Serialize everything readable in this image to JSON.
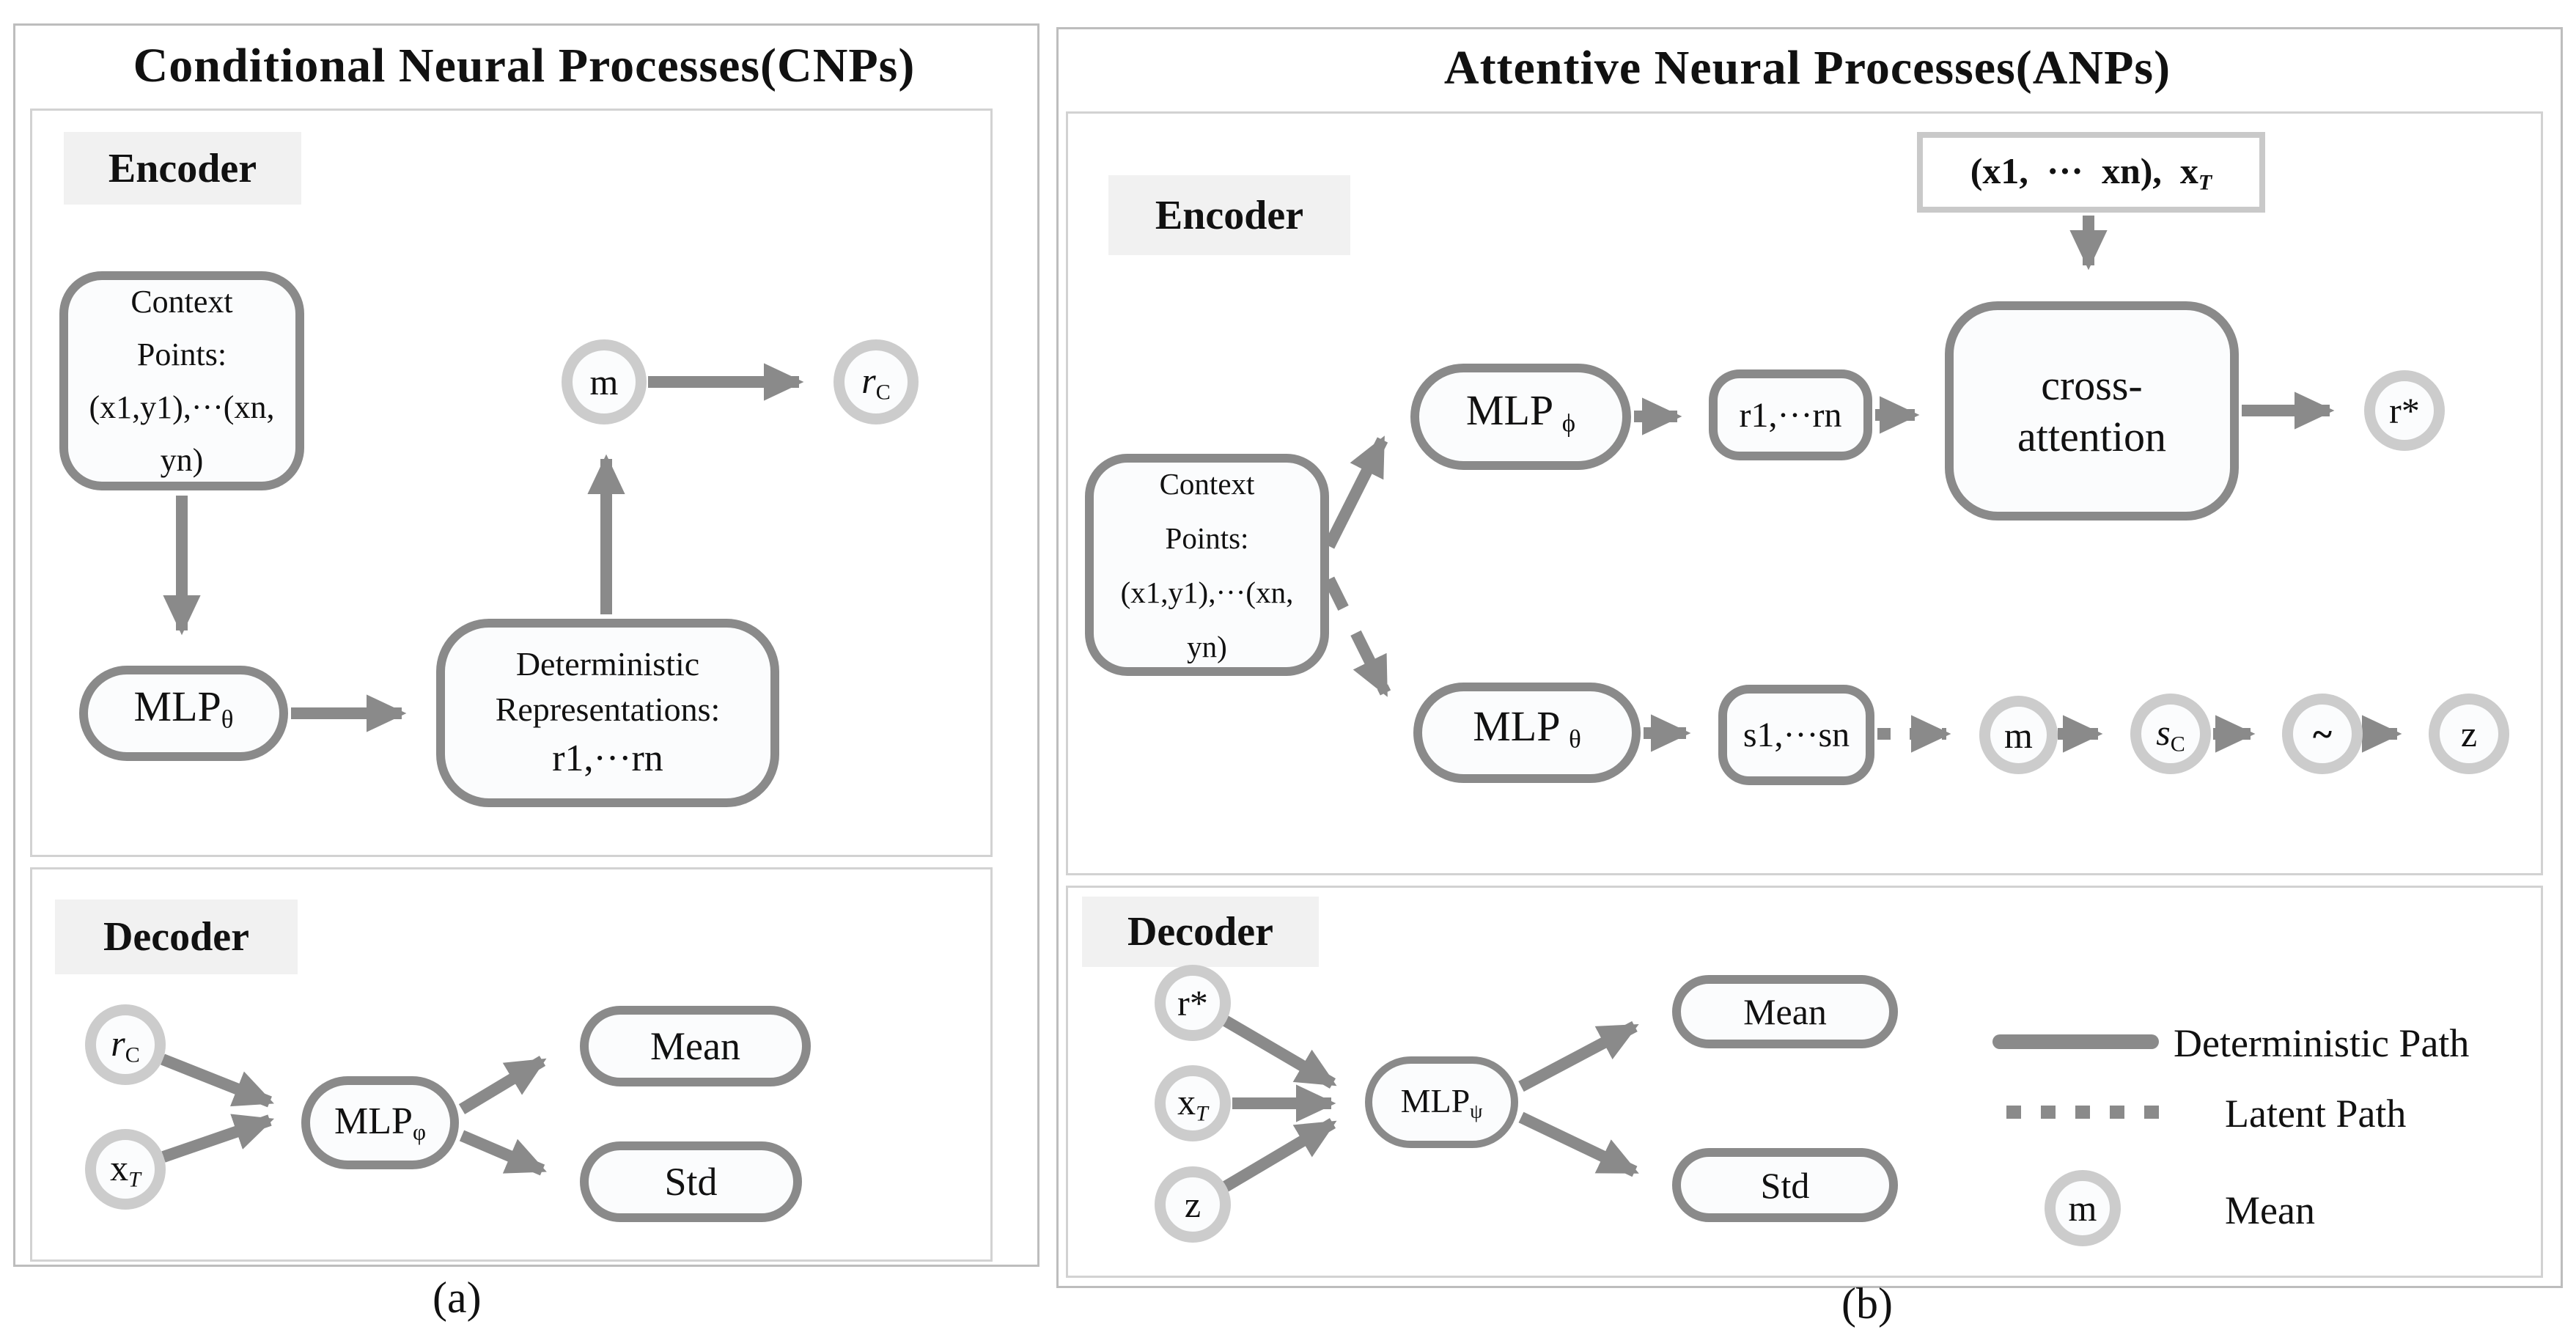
{
  "colors": {
    "arrow_gray": "#8a8a8a",
    "node_border_gray": "#8a8a8a",
    "ring_light_gray": "#cccccc",
    "panel_border_gray": "#bdbdbd",
    "label_background": "#f1f1f1",
    "text_color": "#111111"
  },
  "left_panel": {
    "title": "Conditional Neural Processes(CNPs)",
    "caption": "(a)",
    "encoder": {
      "label": "Encoder",
      "context_box": {
        "lines": [
          "Context",
          "Points:",
          "(x1,y1),···(xn,",
          "yn)"
        ]
      },
      "mlp": {
        "main": "MLP",
        "sub": "θ"
      },
      "deterministic_box": {
        "line1": "Deterministic",
        "line2": "Representations:",
        "value_line": "r1,···rn"
      },
      "m_node": "m",
      "rc_node": {
        "main": "r",
        "sub": "C"
      }
    },
    "decoder": {
      "label": "Decoder",
      "rc_node": {
        "main": "r",
        "sub": "C"
      },
      "xt_node": {
        "main": "x",
        "sub": "T"
      },
      "mlp": {
        "main": "MLP",
        "sub": "φ"
      },
      "mean_box": "Mean",
      "std_box": "Std"
    }
  },
  "right_panel": {
    "title": "Attentive Neural Processes(ANPs)",
    "caption": "(b)",
    "encoder": {
      "label": "Encoder",
      "input_box": {
        "main": "(x1,  ···  xn),  x",
        "sub": "T"
      },
      "context_box": {
        "lines": [
          "Context",
          "Points:",
          "(x1,y1),···(xn,",
          "yn)"
        ]
      },
      "mlp_phi": {
        "main": "MLP",
        "sub": "ϕ"
      },
      "r_box": "r1,···rn",
      "cross_attention": {
        "line1": "cross-",
        "line2": "attention"
      },
      "r_star": "r*",
      "mlp_theta": {
        "main": "MLP",
        "sub": "θ"
      },
      "s_box": "s1,···sn",
      "m_node": "m",
      "sc_node": {
        "main": "s",
        "sub": "C"
      },
      "tilde_node": "~",
      "z_node": "z"
    },
    "decoder": {
      "label": "Decoder",
      "r_star": "r*",
      "xt_node": {
        "main": "x",
        "sub": "T"
      },
      "z_node": "z",
      "mlp": {
        "main": "MLP",
        "sub": "ψ"
      },
      "mean_box": "Mean",
      "std_box": "Std"
    },
    "legend": {
      "deterministic": "Deterministic Path",
      "latent": "Latent Path",
      "mean_symbol": "m",
      "mean_label": "Mean"
    }
  }
}
